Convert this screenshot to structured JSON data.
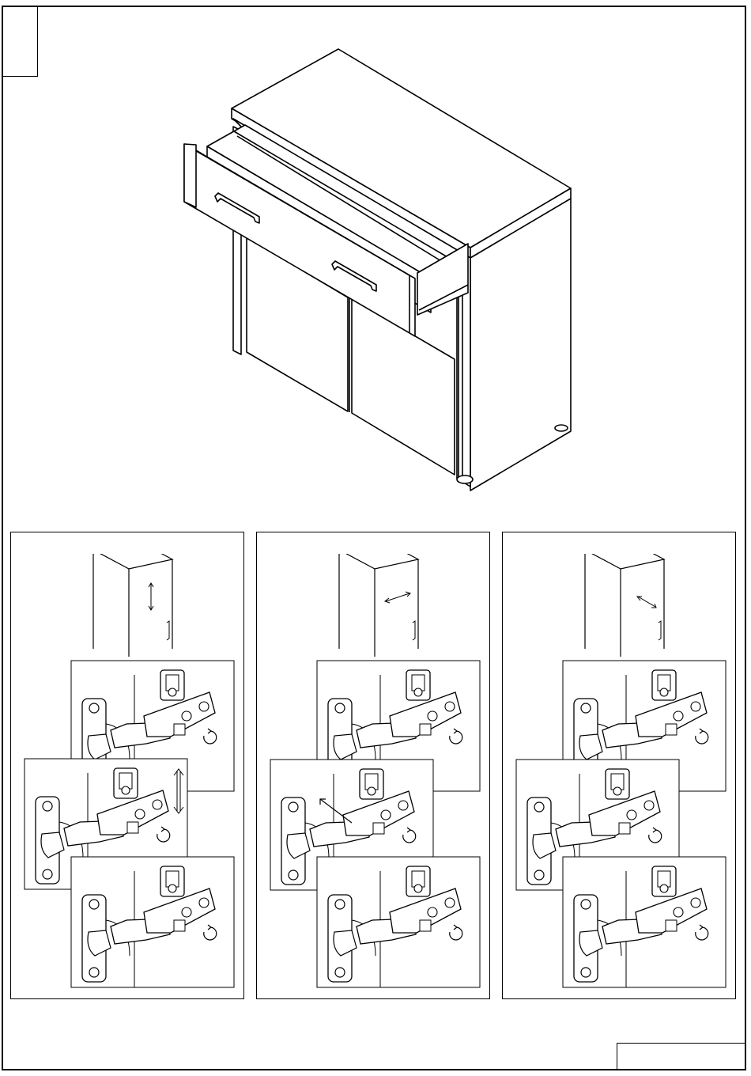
{
  "page": {
    "step_number": "",
    "page_number": ""
  },
  "cabinet": {
    "description_icons": [
      "drawer-handle-icon",
      "door-handle-icon",
      "foot-icon"
    ]
  },
  "adjustment_panels": [
    {
      "id": "vertical",
      "arrow_icon": "vertical-arrow-icon"
    },
    {
      "id": "lateral",
      "arrow_icon": "horizontal-arrow-icon"
    },
    {
      "id": "depth",
      "arrow_icon": "diagonal-arrow-icon"
    }
  ],
  "colors": {
    "line": "#000000",
    "background": "#ffffff"
  }
}
